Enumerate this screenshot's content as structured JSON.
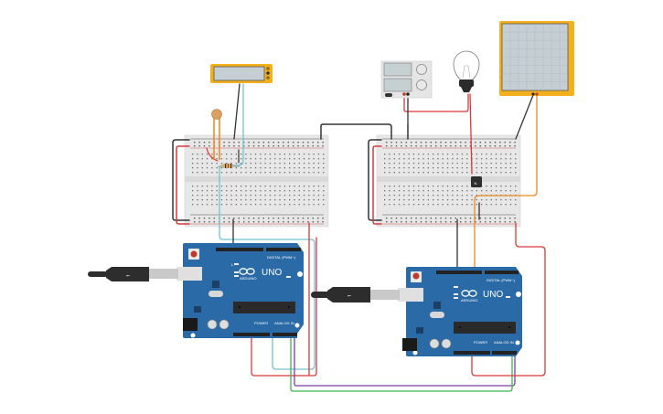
{
  "diagram": {
    "title": "Two Arduino UNO boards with breadboards, sensors and outputs",
    "colors": {
      "board_blue": "#2a6aa6",
      "breadboard": "#e7e7e7",
      "wire_red": "#d63a3a",
      "wire_black": "#333333",
      "wire_cyan": "#72c3cf",
      "wire_orange": "#e8891e",
      "wire_green": "#3cb54a",
      "wire_purple": "#7a3fa0",
      "component_yellow": "#f2b01e"
    },
    "arduino_left": {
      "brand": "ARDUINO",
      "model": "UNO",
      "header_digital": "DIGITAL (PWM~)",
      "header_power": "POWER",
      "header_analog": "ANALOG IN",
      "led_labels": [
        "L",
        "TX",
        "RX"
      ],
      "on_label": "ON"
    },
    "arduino_right": {
      "brand": "ARDUINO",
      "model": "UNO",
      "header_digital": "DIGITAL (PWM~)",
      "header_power": "POWER",
      "header_analog": "ANALOG IN",
      "led_labels": [
        "L",
        "TX",
        "RX"
      ],
      "on_label": "ON"
    },
    "components": {
      "lcd": "LCD display (yellow)",
      "photoresistor": "Photoresistor",
      "resistor": "Resistor",
      "power_supply": "DC power supply",
      "bulb": "Light bulb",
      "transistor": "Transistor",
      "transistor_label": "N",
      "oscilloscope": "Oscilloscope",
      "usb_left": "USB cable",
      "usb_right": "USB cable",
      "usb_symbol": "⭠"
    }
  }
}
